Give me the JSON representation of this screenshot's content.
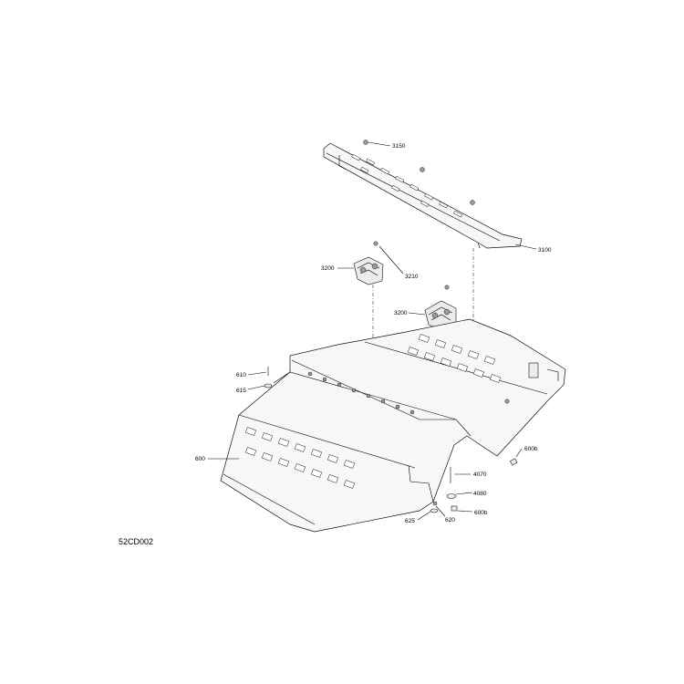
{
  "drawing_id": "52CD002",
  "callouts": [
    {
      "key": "c3150",
      "label": "3150"
    },
    {
      "key": "c3100",
      "label": "3100"
    },
    {
      "key": "c3210",
      "label": "3210"
    },
    {
      "key": "c3200a",
      "label": "3200"
    },
    {
      "key": "c3200b",
      "label": "3200"
    },
    {
      "key": "c610",
      "label": "610"
    },
    {
      "key": "c615",
      "label": "615"
    },
    {
      "key": "c600",
      "label": "600"
    },
    {
      "key": "c600b1",
      "label": "600b"
    },
    {
      "key": "c4070",
      "label": "4070"
    },
    {
      "key": "c4080",
      "label": "4080"
    },
    {
      "key": "c600b2",
      "label": "600b"
    },
    {
      "key": "c620",
      "label": "620"
    },
    {
      "key": "c625",
      "label": "625"
    }
  ]
}
